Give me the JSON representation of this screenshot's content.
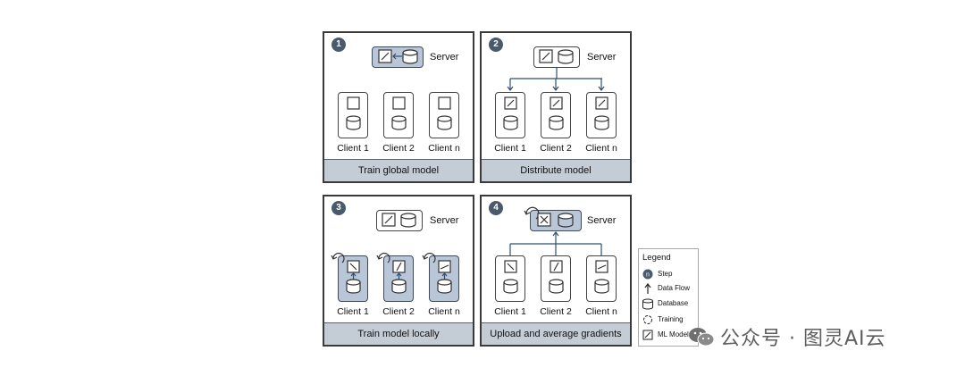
{
  "panels": [
    {
      "step": "1",
      "server_label": "Server",
      "caption": "Train global model",
      "clients": [
        "Client 1",
        "Client 2",
        "Client n"
      ]
    },
    {
      "step": "2",
      "server_label": "Server",
      "caption": "Distribute model",
      "clients": [
        "Client 1",
        "Client 2",
        "Client n"
      ]
    },
    {
      "step": "3",
      "server_label": "Server",
      "caption": "Train model locally",
      "clients": [
        "Client 1",
        "Client 2",
        "Client n"
      ]
    },
    {
      "step": "4",
      "server_label": "Server",
      "caption": "Upload and average gradients",
      "clients": [
        "Client 1",
        "Client 2",
        "Client n"
      ]
    }
  ],
  "legend": {
    "title": "Legend",
    "items": [
      {
        "icon": "step-icon",
        "label": "Step",
        "badge": "n"
      },
      {
        "icon": "data-flow-icon",
        "label": "Data Flow"
      },
      {
        "icon": "database-icon",
        "label": "Database"
      },
      {
        "icon": "training-icon",
        "label": "Training"
      },
      {
        "icon": "ml-model-icon",
        "label": "ML Model"
      }
    ]
  },
  "watermark": {
    "text": "公众号 · 图灵AI云",
    "icon": "wechat-icon"
  },
  "colors": {
    "highlight": "#b9c6d8",
    "caption_bg": "#c4ccd6",
    "badge": "#4a5a6e",
    "arrow": "#2f4f6f"
  }
}
